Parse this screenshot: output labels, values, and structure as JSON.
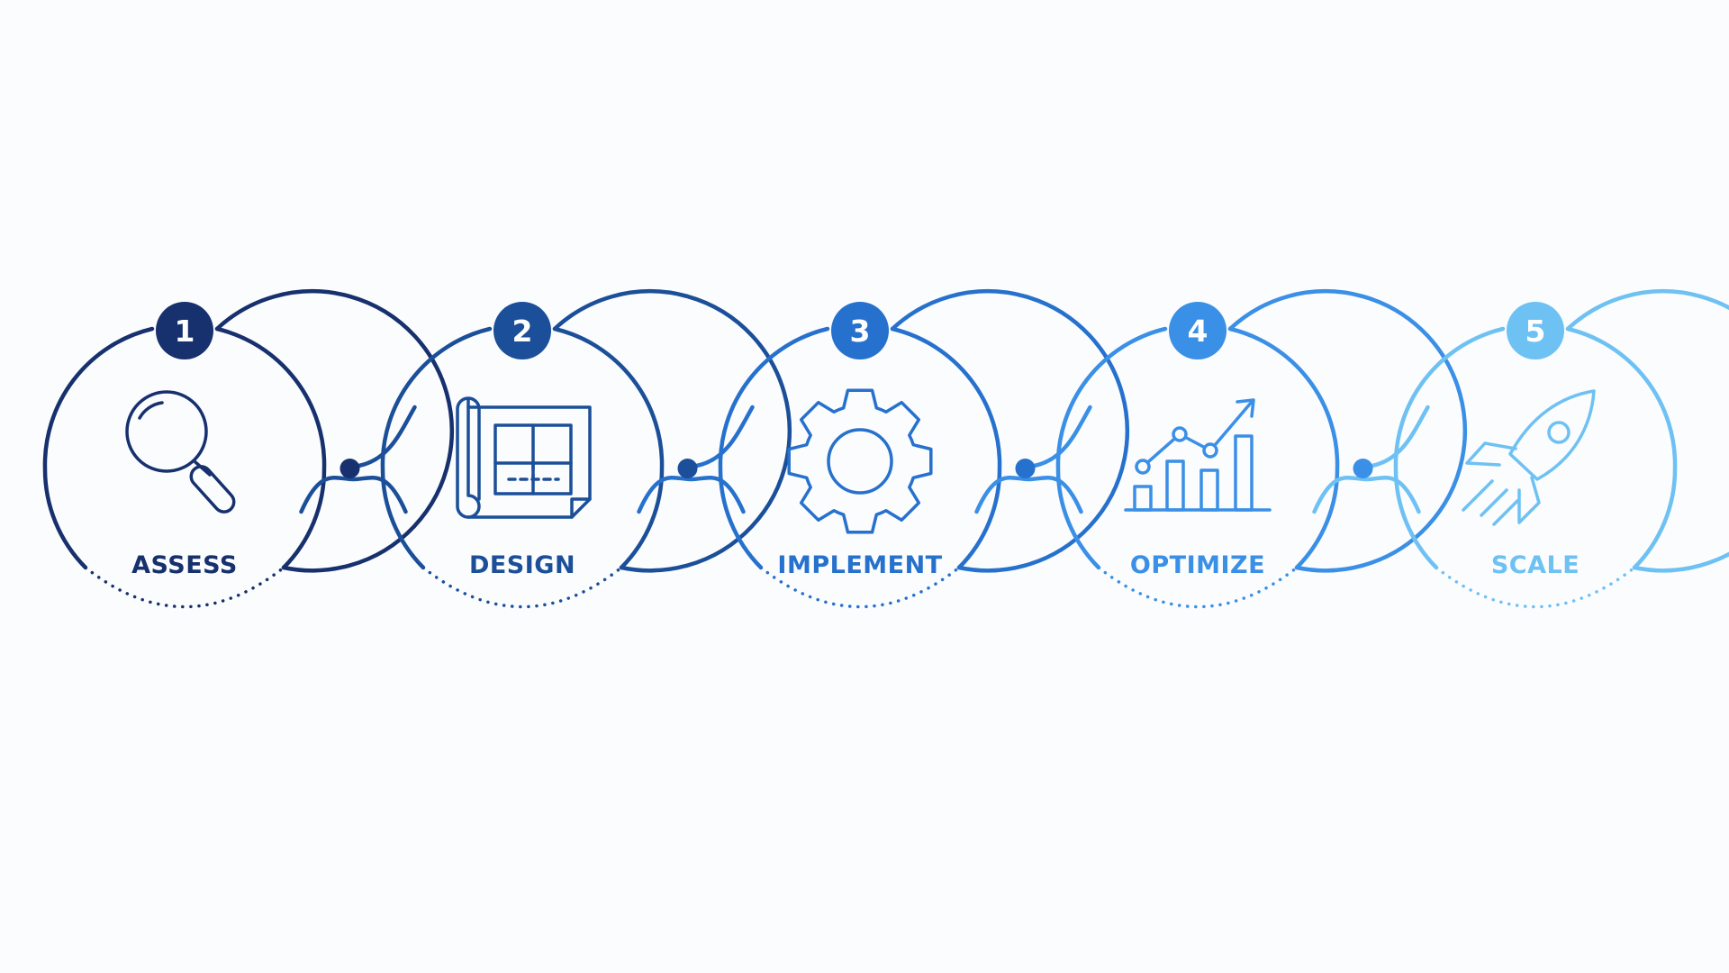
{
  "steps": [
    {
      "number": "1",
      "label": "ASSESS",
      "icon": "magnifying-glass-icon",
      "color": "#17306e"
    },
    {
      "number": "2",
      "label": "DESIGN",
      "icon": "blueprint-icon",
      "color": "#1b4f99"
    },
    {
      "number": "3",
      "label": "IMPLEMENT",
      "icon": "gear-icon",
      "color": "#2671cd"
    },
    {
      "number": "4",
      "label": "OPTIMIZE",
      "icon": "growth-chart-icon",
      "color": "#3a8fe6"
    },
    {
      "number": "5",
      "label": "SCALE",
      "icon": "rocket-icon",
      "color": "#6ec1f3"
    }
  ]
}
